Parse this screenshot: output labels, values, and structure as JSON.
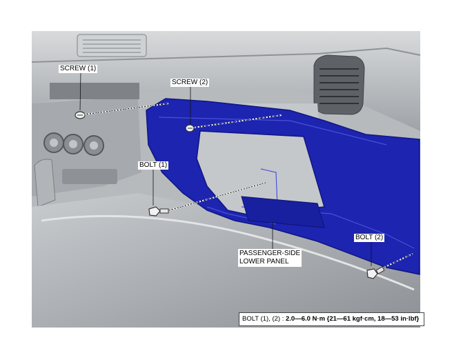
{
  "labels": {
    "screw_1": "SCREW (1)",
    "screw_2": "SCREW (2)",
    "bolt_1": "BOLT (1)",
    "bolt_2": "BOLT (2)",
    "panel_line1": "PASSENGER-SIDE",
    "panel_line2": "LOWER PANEL"
  },
  "torque_spec": {
    "parts": "BOLT (1), (2) : ",
    "value": "2.0—6.0 N·m {21—61 kgf·cm, 18—53 in·lbf}"
  },
  "colors": {
    "panel_fill": "#1c24b0",
    "panel_dark": "#101680",
    "dash_gray": "#b9bcbf",
    "dash_dark": "#8e9296"
  }
}
